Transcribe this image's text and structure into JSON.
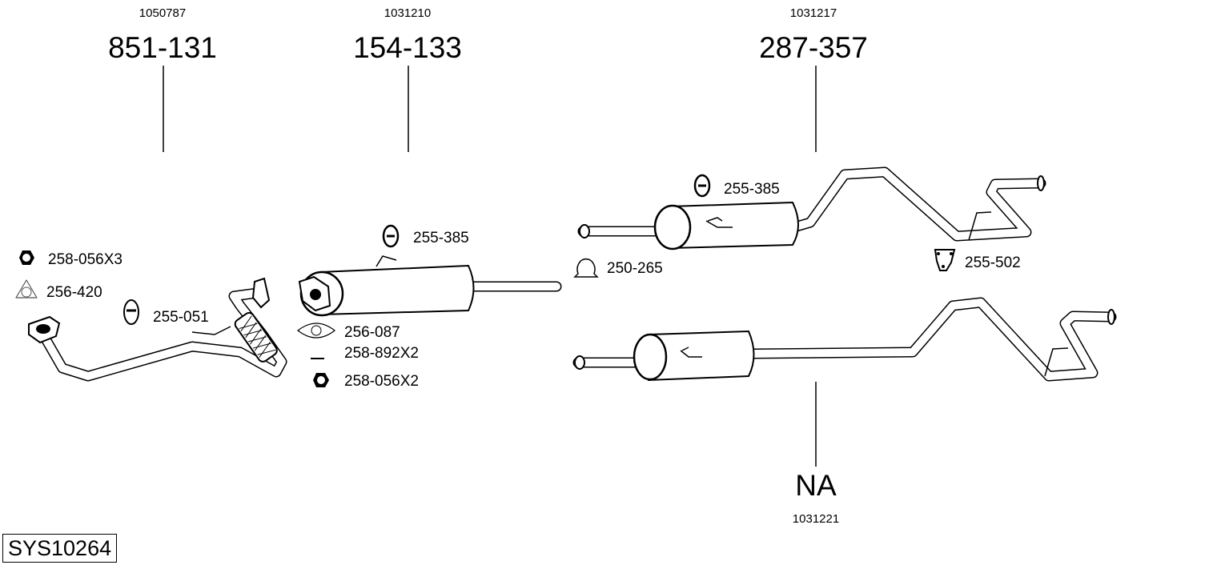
{
  "groups": [
    {
      "code": "1050787",
      "part": "851-131"
    },
    {
      "code": "1031210",
      "part": "154-133"
    },
    {
      "code": "1031217",
      "part": "287-357"
    },
    {
      "code": "1031221",
      "part": "NA"
    }
  ],
  "parts": {
    "nut_x3": "258-056X3",
    "gasket_front": "256-420",
    "hanger_front": "255-051",
    "hanger_mid": "255-385",
    "gasket_mid": "256-087",
    "bolt": "258-892X2",
    "nut_x2": "258-056X2",
    "hanger_rear": "255-385",
    "clamp": "250-265",
    "bracket_rear": "255-502"
  },
  "system_id": "SYS10264"
}
